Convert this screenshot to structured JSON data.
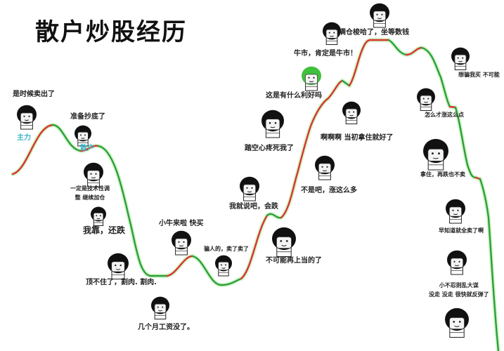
{
  "title": "散户炒股经历",
  "colors": {
    "rise": "#d9342b",
    "fall": "#2e9e3a",
    "glow": "#c8f5c0",
    "tag": "#3bb3c9"
  },
  "tags": {
    "main_force": "主力",
    "retail": "散户"
  },
  "captions": [
    "是时候卖出了",
    "准备抄底了",
    "一定是技术性调\n整 继续加仓",
    "我靠，还跌",
    "顶不住了，割肉. 割肉.",
    "几个月工资没了。",
    "小牛来啦 快买",
    "骗人的，卖了卖了",
    "我就说吧，会跌",
    "踏空心疼死我了",
    "这是有什么利好吗",
    "牛市，肯定是牛市！",
    "满仓梭哈了，坐等数钱",
    "啊啊啊 当初拿住就好了",
    "不是吧，涨这么多",
    "不可能再上当的了",
    "想骗我买 不可能",
    "怎么才涨这么点",
    "拿住，再跌也不卖",
    "早知道就全卖了啊",
    "小不忍则乱大谋\n没走 没走 很快就反弹了"
  ]
}
